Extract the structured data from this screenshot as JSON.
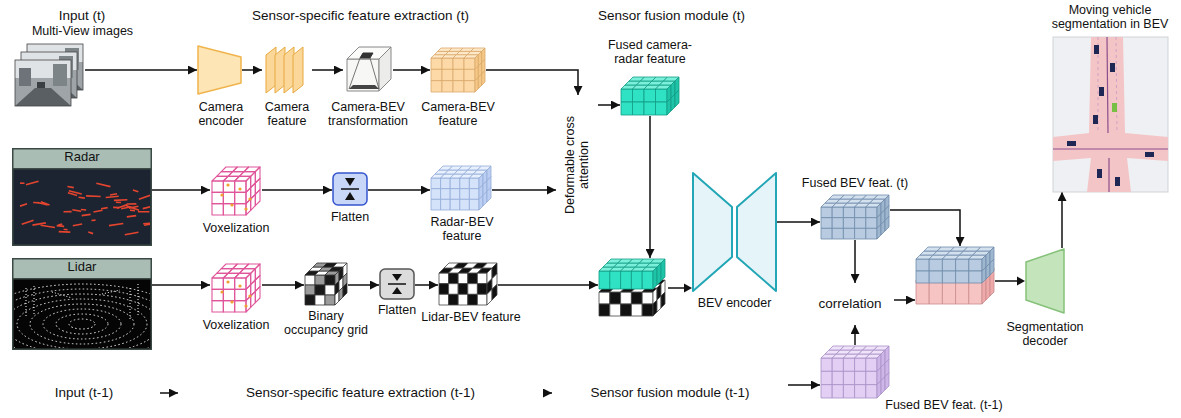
{
  "diagram": {
    "nodes": [
      {
        "text": [
          "Input (t)"
        ]
      },
      {
        "text": [
          "Multi-View images"
        ],
        "in": 0
      },
      {
        "text": [
          "Radar"
        ],
        "in": 0
      },
      {
        "text": [
          "Lidar"
        ],
        "in": 0
      },
      {
        "text": [
          "Sensor-specific feature extraction (t)"
        ]
      },
      {
        "text": [
          "Camera encoder"
        ],
        "in": 4
      },
      {
        "text": [
          "Camera feature"
        ],
        "in": 4
      },
      {
        "text": [
          "Camera-BEV transformation"
        ],
        "in": 4
      },
      {
        "text": [
          "Camera-BEV feature"
        ],
        "in": 4
      },
      {
        "text": [
          "Voxelization"
        ],
        "in": 4
      },
      {
        "text": [
          "Flatten"
        ],
        "in": 4
      },
      {
        "text": [
          "Radar-BEV feature"
        ],
        "in": 4
      },
      {
        "text": [
          "Voxelization"
        ],
        "in": 4
      },
      {
        "text": [
          "Binary occupancy grid"
        ],
        "in": 4
      },
      {
        "text": [
          "Flatten"
        ],
        "in": 4
      },
      {
        "text": [
          "Lidar-BEV feature"
        ],
        "in": 4
      },
      {
        "text": [
          "Sensor fusion module (t)"
        ]
      },
      {
        "text": [
          "Deformable cross attention"
        ],
        "in": 16
      },
      {
        "text": [
          "Fused camera-radar feature"
        ],
        "in": 16
      },
      {
        "text": [
          "BEV encoder"
        ],
        "in": 16
      },
      {
        "text": [
          "Fused BEV feat. (t)"
        ]
      },
      {
        "text": [
          "correlation"
        ]
      },
      {
        "text": [
          "Segmentation decoder"
        ]
      },
      {
        "text": [
          "Moving vehicle segmentation in BEV"
        ]
      },
      {
        "text": [
          "Input (t-1)"
        ]
      },
      {
        "text": [
          "Sensor-specific feature extraction (t-1)"
        ]
      },
      {
        "text": [
          "Sensor fusion module (t-1)"
        ]
      },
      {
        "text": [
          "Fused BEV feat. (t-1)"
        ]
      }
    ],
    "edges": [
      {
        "from": 1,
        "to": 5,
        "arrow": "to"
      },
      {
        "from": 5,
        "to": 6,
        "arrow": "to"
      },
      {
        "from": 6,
        "to": 7,
        "arrow": "to"
      },
      {
        "from": 7,
        "to": 8,
        "arrow": "to"
      },
      {
        "from": 8,
        "to": 17,
        "arrow": "to"
      },
      {
        "from": 2,
        "to": 9,
        "arrow": "to"
      },
      {
        "from": 9,
        "to": 10,
        "arrow": "to"
      },
      {
        "from": 10,
        "to": 11,
        "arrow": "to"
      },
      {
        "from": 11,
        "to": 17,
        "arrow": "to"
      },
      {
        "from": 3,
        "to": 12,
        "arrow": "to"
      },
      {
        "from": 12,
        "to": 13,
        "arrow": "to"
      },
      {
        "from": 13,
        "to": 14,
        "arrow": "to"
      },
      {
        "from": 14,
        "to": 15,
        "arrow": "to"
      },
      {
        "from": 17,
        "to": 18,
        "arrow": "to"
      },
      {
        "from": 18,
        "to": 19,
        "arrow": "to"
      },
      {
        "from": 15,
        "to": 19,
        "arrow": "to"
      },
      {
        "from": 19,
        "to": 20,
        "arrow": "to"
      },
      {
        "from": 20,
        "to": 21,
        "arrow": "to"
      },
      {
        "from": 20,
        "to": 22,
        "arrow": "to"
      },
      {
        "from": 21,
        "to": 22,
        "arrow": "to"
      },
      {
        "from": 22,
        "to": 23,
        "arrow": "to"
      },
      {
        "from": 24,
        "to": 25,
        "arrow": "to"
      },
      {
        "from": 25,
        "to": 26,
        "arrow": "to"
      },
      {
        "from": 26,
        "to": 27,
        "arrow": "to"
      },
      {
        "from": 27,
        "to": 21,
        "arrow": "to"
      }
    ]
  }
}
